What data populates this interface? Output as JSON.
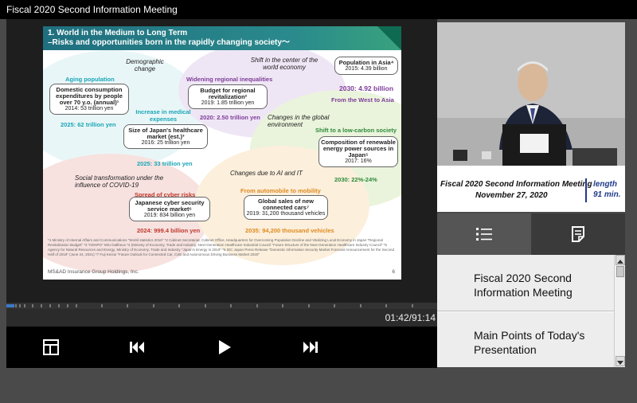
{
  "window": {
    "title": "Fiscal 2020 Second Information Meeting"
  },
  "slide": {
    "title_line1": "1. World in the Medium to Long Term",
    "title_line2": "–Risks and opportunities born in the rapidly changing society〜",
    "areas": {
      "demographic": "Demographic change",
      "shift_center": "Shift in the center of the world economy",
      "global_env": "Changes in the global environment",
      "social": "Social transformation under the influence of COVID-19",
      "ai_it": "Changes due to AI and IT"
    },
    "tags": {
      "aging": "Aging population",
      "medical": "Increase in medical expenses",
      "regional": "Widening regional inequalities",
      "west_asia": "From the West to Asia",
      "low_carbon": "Shift to a low-carbon society",
      "cyber": "Spread of cyber risks",
      "mobility": "From automobile to mobility"
    },
    "boxes": {
      "consumption": {
        "title": "Domestic consumption expenditures by people over 70 y.o. (annual)¹",
        "base": "2014: 53 trillion yen",
        "target": "2025: 62 trillion yen"
      },
      "healthcare": {
        "title": "Size of Japan's healthcare market (est.)³",
        "base": "2016: 25 trillion yen",
        "target": "2025: 33 trillion yen"
      },
      "budget": {
        "title": "Budget for regional revitalization²",
        "base": "2019: 1.85 trillion yen",
        "target": "2020: 2.50 trillion yen"
      },
      "asia": {
        "title": "Population in Asia⁴",
        "base": "2015: 4.39 billion",
        "target": "2030: 4.92 billion"
      },
      "renewable": {
        "title": "Composition of renewable energy power sources in Japan⁵",
        "base": "2017: 16%",
        "target": "2030: 22%-24%"
      },
      "cyber": {
        "title": "Japanese cyber security service market⁶",
        "base": "2019: 834 billion yen",
        "target": "2024: 999.4 billion yen"
      },
      "cars": {
        "title": "Global sales of new connected cars⁷",
        "base": "2019: 31,200 thousand vehicles",
        "target": "2035: 94,200 thousand vehicles"
      }
    },
    "footnote": "*1 Ministry of Internal Affairs and Communications \"World statistics 2016\" *2 Cabinet Secretariat, Cabinet Office, Headquarters for Overcoming Population Decline and Vitalizing Local Economy in Japan \"Regional Revitalization Budget\" *3 \"KENPO\" MSJ ballheus *4 (Ministry of Economy, Trade and Industry, Next-Generation Healthcare Industrial Council \"Future Structure of the Next-Generation Healthcare Industry Council\" *5 Agency for Natural Resources and Energy, Ministry of Economy, Trade and Industry \"Japan's Energy in 2019\" *6 IDC Japan Press Release \"Domestic Information Security Market Forecast Announcement for the Second Half of 2019\" (June 24, 2021) *7 Fuji Keizai \"Future Outlook for Connected Car, CSE and Autonomous Driving Business Market 2020\"",
    "brand": "MS&AD Insurance Group Holdings, Inc.",
    "page": "6"
  },
  "player": {
    "time": "01:42/91:14",
    "progress": 0.019
  },
  "caption": {
    "title": "Fiscal 2020 Second Information Meeting",
    "date": "November 27, 2020",
    "length_label": "length",
    "length_value": "91 min."
  },
  "chapters": [
    {
      "label": "Fiscal 2020  Second Information Meeting"
    },
    {
      "label": "Main Points of Today's Presentation"
    }
  ],
  "icons": {
    "layout": "layout-icon",
    "prev": "skip-back-icon",
    "play": "play-icon",
    "next": "skip-forward-icon",
    "list": "list-icon",
    "document": "document-icon"
  },
  "colors": {
    "progress": "#3d78c9",
    "header": "#2a8a8c"
  }
}
